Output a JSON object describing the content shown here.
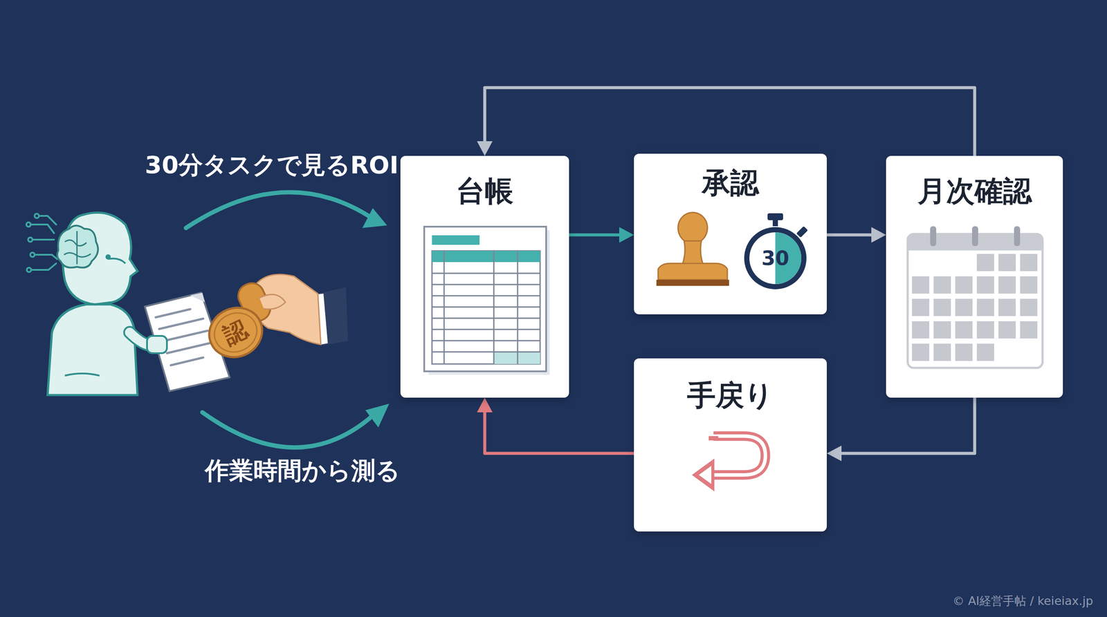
{
  "diagram": {
    "nodes": [
      {
        "text": [
          "台帳"
        ]
      },
      {
        "text": [
          "承認"
        ]
      },
      {
        "text": [
          "月次確認"
        ]
      },
      {
        "text": [
          "手戻り"
        ]
      }
    ],
    "edges": [
      {
        "from": 0,
        "to": 1,
        "arrow": "to"
      },
      {
        "from": 1,
        "to": 2,
        "arrow": "to"
      },
      {
        "from": 2,
        "to": 0,
        "arrow": "to"
      },
      {
        "from": 2,
        "to": 3,
        "arrow": "to"
      },
      {
        "from": 3,
        "to": 0,
        "arrow": "to"
      }
    ],
    "labels": [
      "30分タスクで見るROI",
      "作業時間から測る",
      "認",
      "30",
      "© AI経営手帖 / keieiax.jp"
    ]
  }
}
